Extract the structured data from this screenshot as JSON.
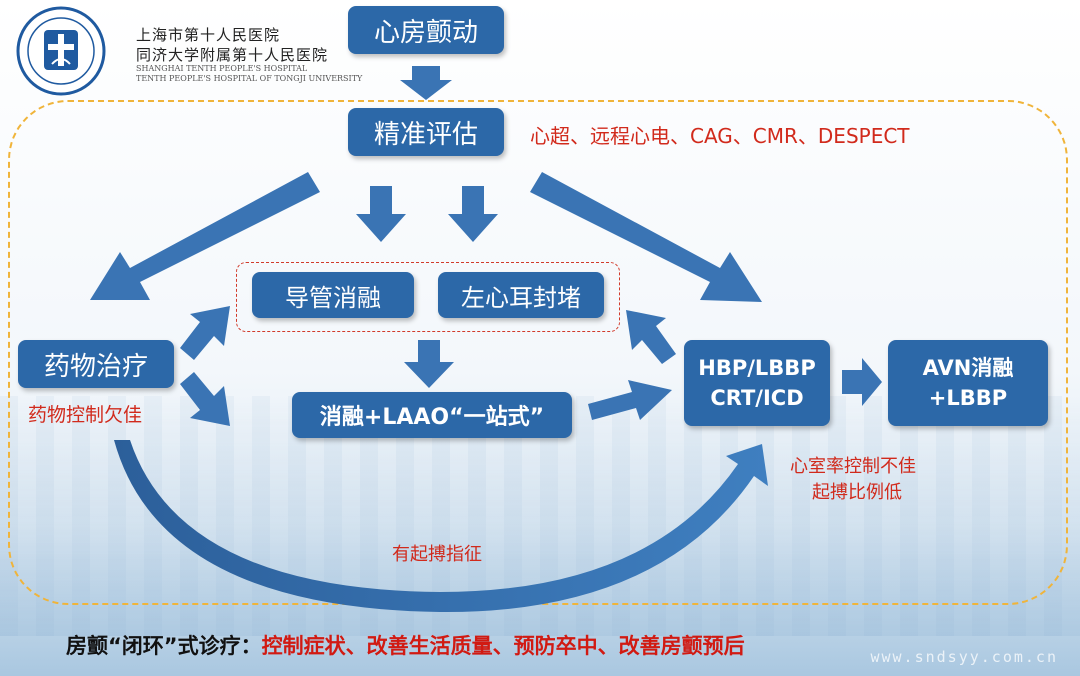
{
  "header": {
    "logo_name": "上海市第十人民医院",
    "hospital_cn": "上海市第十人民医院",
    "hospital_cn_tongji": "同济大学附属第十人民医院",
    "hospital_en_1": "SHANGHAI TENTH PEOPLE'S HOSPITAL",
    "hospital_en_2": "TENTH PEOPLE'S HOSPITAL OF TONGJI UNIVERSITY"
  },
  "nodes": {
    "af": "心房颤动",
    "assessment": "精准评估",
    "ablation": "导管消融",
    "laao": "左心耳封堵",
    "drug": "药物治疗",
    "one_stop": "消融+LAAO“一站式”",
    "hbp_line1": "HBP/LBBP",
    "hbp_line2": "CRT/ICD",
    "avn_line1": "AVN消融",
    "avn_line2": "+LBBP"
  },
  "notes": {
    "assessment_methods": "心超、远程心电、CAG、CMR、DESPECT",
    "drug_poor": "药物控制欠佳",
    "rate_poor_1": "心室率控制不佳",
    "rate_poor_2": "起搏比例低",
    "pacing_indication": "有起搏指征"
  },
  "footer": {
    "lead": "房颤“闭环”式诊疗：",
    "rest": "控制症状、改善生活质量、预防卒中、改善房颤预后"
  },
  "watermark": "www.sndsyy.com.cn",
  "colors": {
    "box": "#2c68a8",
    "arrow": "#3a74b4",
    "note_red": "#d12a1c",
    "loop_dash": "#f0b43a"
  }
}
